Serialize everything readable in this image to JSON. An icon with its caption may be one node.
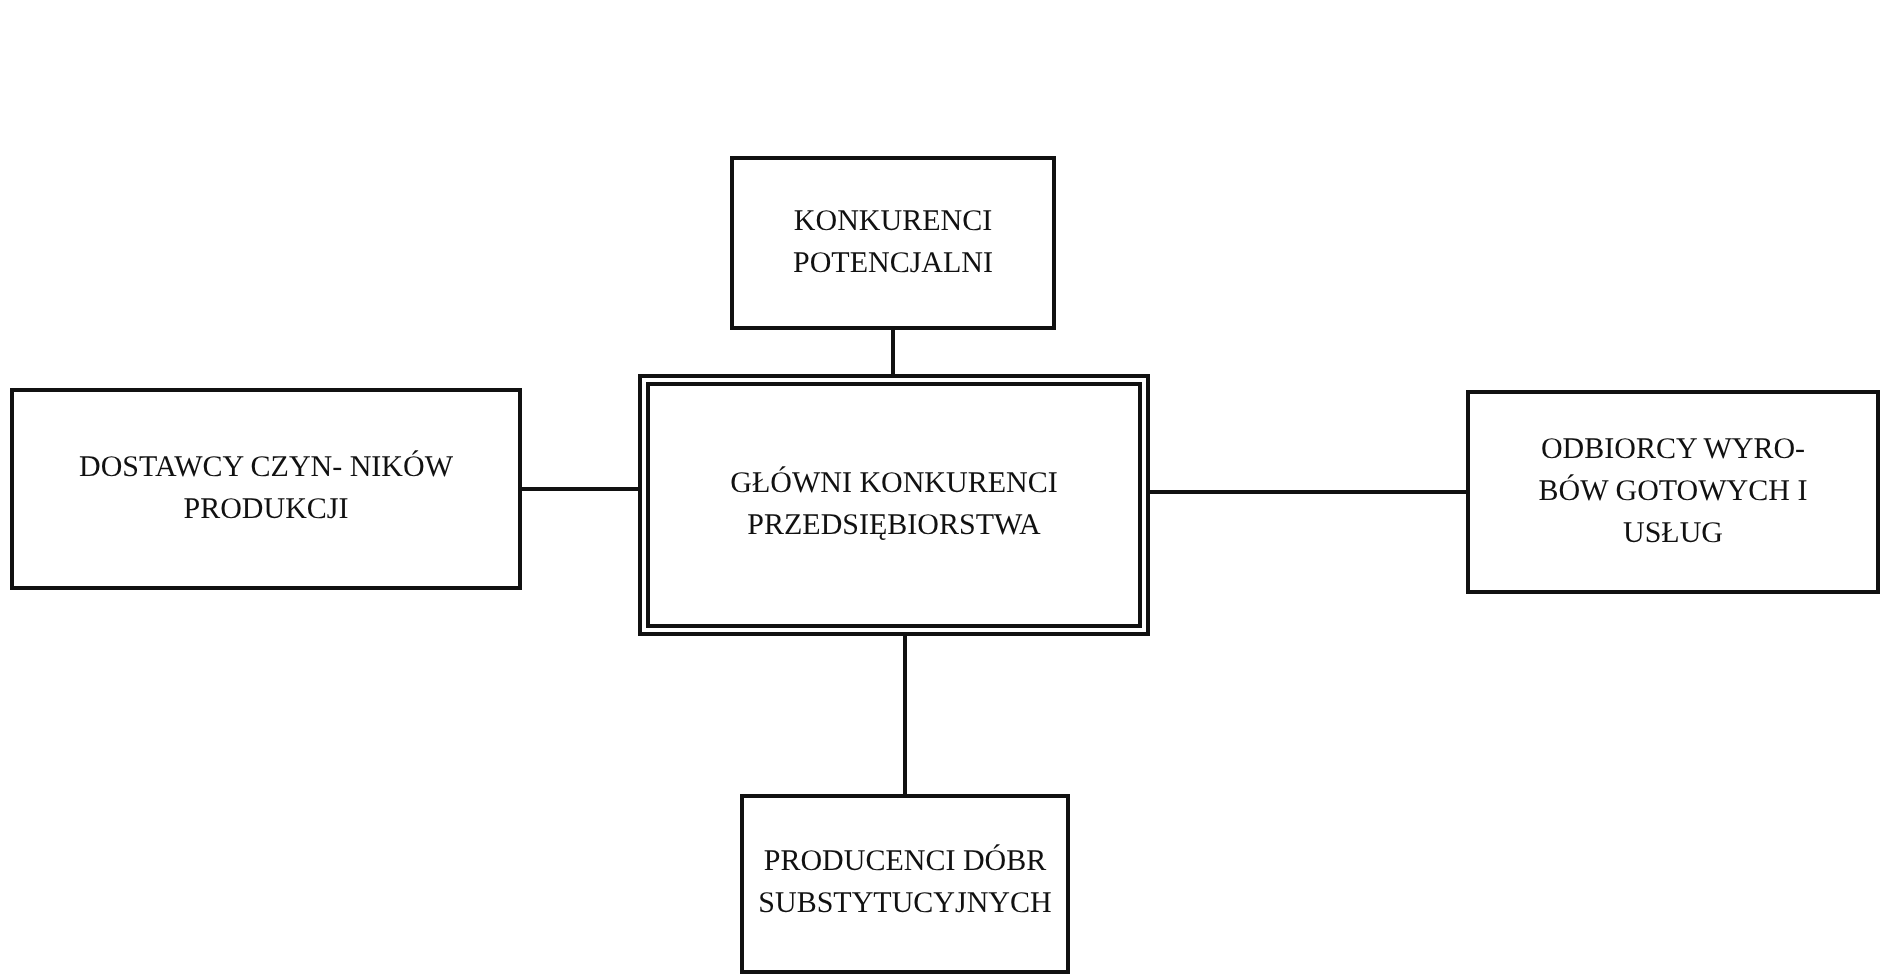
{
  "diagram": {
    "nodes": [
      {
        "text": [
          "KONKURENCI POTENCJALNI"
        ]
      },
      {
        "text": [
          "DOSTAWCY CZYN- NIKÓW PRODUKCJI"
        ]
      },
      {
        "text": [
          "GŁÓWNI KONKURENCI PRZEDSIĘBIORSTWA"
        ]
      },
      {
        "text": [
          "ODBIORCY WYRO- BÓW GOTOWYCH I USŁUG"
        ]
      },
      {
        "text": [
          "PRODUCENCI DÓBR SUBSTYTUCYJNYCH"
        ]
      }
    ],
    "edges": [
      {
        "from": 0,
        "to": 2,
        "arrow": "none"
      },
      {
        "from": 1,
        "to": 2,
        "arrow": "none"
      },
      {
        "from": 2,
        "to": 3,
        "arrow": "none"
      },
      {
        "from": 4,
        "to": 2,
        "arrow": "none"
      }
    ]
  }
}
